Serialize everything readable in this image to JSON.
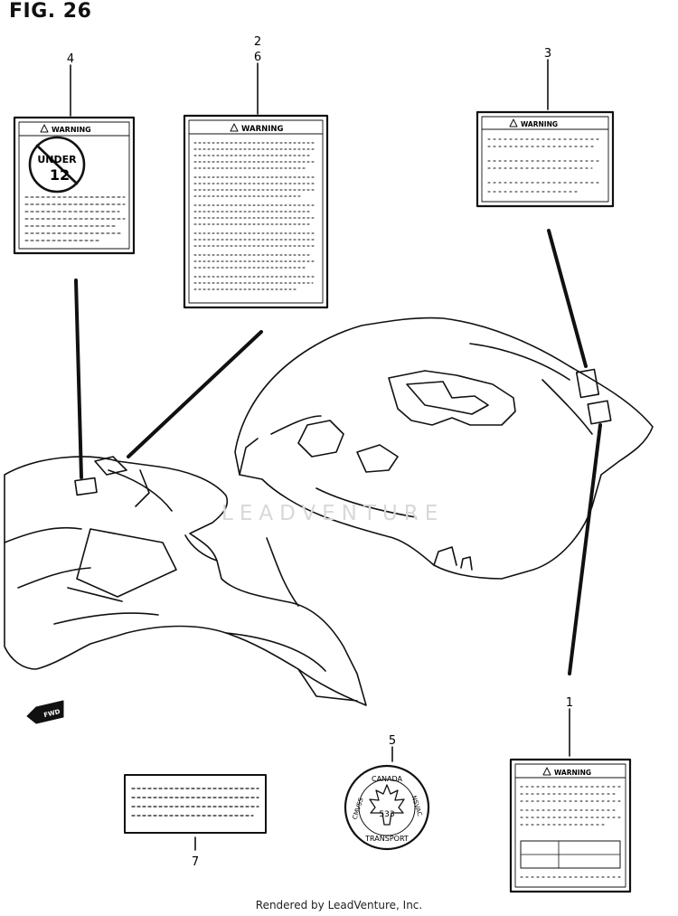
{
  "figure": {
    "title": "FIG. 26"
  },
  "callouts": [
    {
      "id": "c4",
      "label": "4"
    },
    {
      "id": "c2",
      "label": "2"
    },
    {
      "id": "c6",
      "label": "6"
    },
    {
      "id": "c3",
      "label": "3"
    },
    {
      "id": "c1",
      "label": "1"
    },
    {
      "id": "c5",
      "label": "5"
    },
    {
      "id": "c7",
      "label": "7"
    }
  ],
  "labels": {
    "warning": "WARNING",
    "under_line1": "UNDER",
    "under_line2": "12",
    "seal_top": "CANADA",
    "seal_number": "533",
    "seal_left": "CMVSS",
    "seal_bottom": "TRANSPORT",
    "seal_right": "NSVAC",
    "fwd": "FWD"
  },
  "watermark": "LEADVENTURE",
  "footer": "Rendered by LeadVenture, Inc."
}
